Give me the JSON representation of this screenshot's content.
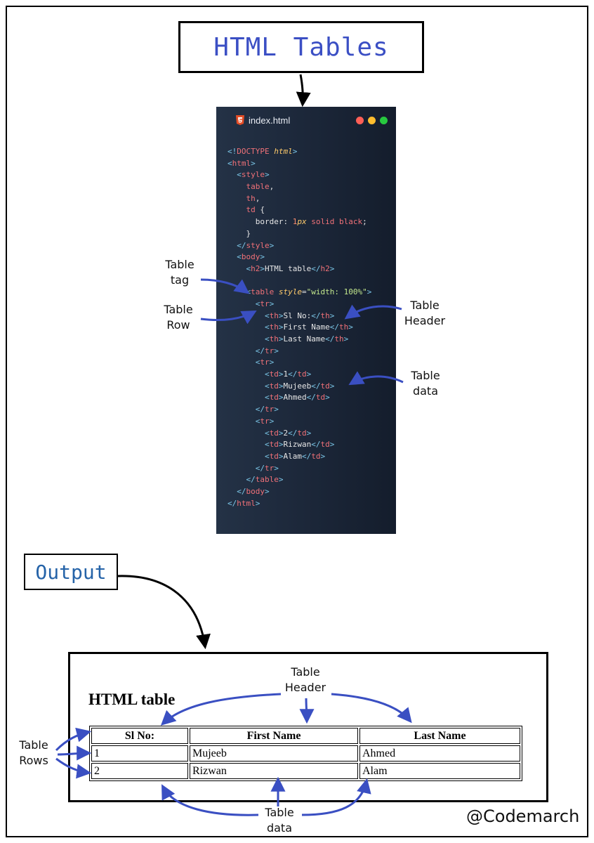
{
  "title": "HTML Tables",
  "editor": {
    "filename": "index.html",
    "dots": [
      "#ff5f56",
      "#ffbd2e",
      "#27c93f"
    ],
    "code_lines": [
      [
        [
          "b",
          "<!"
        ],
        [
          "k",
          "DOCTYPE "
        ],
        [
          "a",
          "html"
        ],
        [
          "b",
          ">"
        ]
      ],
      [
        [
          "b",
          "<"
        ],
        [
          "t",
          "html"
        ],
        [
          "b",
          ">"
        ]
      ],
      [
        [
          "x",
          "  "
        ],
        [
          "b",
          "<"
        ],
        [
          "t",
          "style"
        ],
        [
          "b",
          ">"
        ]
      ],
      [
        [
          "x",
          "    "
        ],
        [
          "t",
          "table"
        ],
        [
          "x",
          ","
        ]
      ],
      [
        [
          "x",
          "    "
        ],
        [
          "t",
          "th"
        ],
        [
          "x",
          ","
        ]
      ],
      [
        [
          "x",
          "    "
        ],
        [
          "t",
          "td"
        ],
        [
          "x",
          " {"
        ]
      ],
      [
        [
          "x",
          "      "
        ],
        [
          "p",
          "border: "
        ],
        [
          "n",
          "1"
        ],
        [
          "a",
          "px"
        ],
        [
          "t",
          " solid black"
        ],
        [
          "x",
          ";"
        ]
      ],
      [
        [
          "x",
          "    }"
        ]
      ],
      [
        [
          "x",
          "  "
        ],
        [
          "b",
          "</"
        ],
        [
          "t",
          "style"
        ],
        [
          "b",
          ">"
        ]
      ],
      [
        [
          "x",
          "  "
        ],
        [
          "b",
          "<"
        ],
        [
          "t",
          "body"
        ],
        [
          "b",
          ">"
        ]
      ],
      [
        [
          "x",
          "    "
        ],
        [
          "b",
          "<"
        ],
        [
          "t",
          "h2"
        ],
        [
          "b",
          ">"
        ],
        [
          "x",
          "HTML table"
        ],
        [
          "b",
          "</"
        ],
        [
          "t",
          "h2"
        ],
        [
          "b",
          ">"
        ]
      ],
      [
        [
          "x",
          ""
        ]
      ],
      [
        [
          "x",
          "    "
        ],
        [
          "b",
          "<"
        ],
        [
          "t",
          "table "
        ],
        [
          "a",
          "style"
        ],
        [
          "x",
          "="
        ],
        [
          "s",
          "\"width: 100%\""
        ],
        [
          "b",
          ">"
        ]
      ],
      [
        [
          "x",
          "      "
        ],
        [
          "b",
          "<"
        ],
        [
          "t",
          "tr"
        ],
        [
          "b",
          ">"
        ]
      ],
      [
        [
          "x",
          "        "
        ],
        [
          "b",
          "<"
        ],
        [
          "t",
          "th"
        ],
        [
          "b",
          ">"
        ],
        [
          "x",
          "Sl No:"
        ],
        [
          "b",
          "</"
        ],
        [
          "t",
          "th"
        ],
        [
          "b",
          ">"
        ]
      ],
      [
        [
          "x",
          "        "
        ],
        [
          "b",
          "<"
        ],
        [
          "t",
          "th"
        ],
        [
          "b",
          ">"
        ],
        [
          "x",
          "First Name"
        ],
        [
          "b",
          "</"
        ],
        [
          "t",
          "th"
        ],
        [
          "b",
          ">"
        ]
      ],
      [
        [
          "x",
          "        "
        ],
        [
          "b",
          "<"
        ],
        [
          "t",
          "th"
        ],
        [
          "b",
          ">"
        ],
        [
          "x",
          "Last Name"
        ],
        [
          "b",
          "</"
        ],
        [
          "t",
          "th"
        ],
        [
          "b",
          ">"
        ]
      ],
      [
        [
          "x",
          "      "
        ],
        [
          "b",
          "</"
        ],
        [
          "t",
          "tr"
        ],
        [
          "b",
          ">"
        ]
      ],
      [
        [
          "x",
          "      "
        ],
        [
          "b",
          "<"
        ],
        [
          "t",
          "tr"
        ],
        [
          "b",
          ">"
        ]
      ],
      [
        [
          "x",
          "        "
        ],
        [
          "b",
          "<"
        ],
        [
          "t",
          "td"
        ],
        [
          "b",
          ">"
        ],
        [
          "x",
          "1"
        ],
        [
          "b",
          "</"
        ],
        [
          "t",
          "td"
        ],
        [
          "b",
          ">"
        ]
      ],
      [
        [
          "x",
          "        "
        ],
        [
          "b",
          "<"
        ],
        [
          "t",
          "td"
        ],
        [
          "b",
          ">"
        ],
        [
          "x",
          "Mujeeb"
        ],
        [
          "b",
          "</"
        ],
        [
          "t",
          "td"
        ],
        [
          "b",
          ">"
        ]
      ],
      [
        [
          "x",
          "        "
        ],
        [
          "b",
          "<"
        ],
        [
          "t",
          "td"
        ],
        [
          "b",
          ">"
        ],
        [
          "x",
          "Ahmed"
        ],
        [
          "b",
          "</"
        ],
        [
          "t",
          "td"
        ],
        [
          "b",
          ">"
        ]
      ],
      [
        [
          "x",
          "      "
        ],
        [
          "b",
          "</"
        ],
        [
          "t",
          "tr"
        ],
        [
          "b",
          ">"
        ]
      ],
      [
        [
          "x",
          "      "
        ],
        [
          "b",
          "<"
        ],
        [
          "t",
          "tr"
        ],
        [
          "b",
          ">"
        ]
      ],
      [
        [
          "x",
          "        "
        ],
        [
          "b",
          "<"
        ],
        [
          "t",
          "td"
        ],
        [
          "b",
          ">"
        ],
        [
          "x",
          "2"
        ],
        [
          "b",
          "</"
        ],
        [
          "t",
          "td"
        ],
        [
          "b",
          ">"
        ]
      ],
      [
        [
          "x",
          "        "
        ],
        [
          "b",
          "<"
        ],
        [
          "t",
          "td"
        ],
        [
          "b",
          ">"
        ],
        [
          "x",
          "Rizwan"
        ],
        [
          "b",
          "</"
        ],
        [
          "t",
          "td"
        ],
        [
          "b",
          ">"
        ]
      ],
      [
        [
          "x",
          "        "
        ],
        [
          "b",
          "<"
        ],
        [
          "t",
          "td"
        ],
        [
          "b",
          ">"
        ],
        [
          "x",
          "Alam"
        ],
        [
          "b",
          "</"
        ],
        [
          "t",
          "td"
        ],
        [
          "b",
          ">"
        ]
      ],
      [
        [
          "x",
          "      "
        ],
        [
          "b",
          "</"
        ],
        [
          "t",
          "tr"
        ],
        [
          "b",
          ">"
        ]
      ],
      [
        [
          "x",
          "    "
        ],
        [
          "b",
          "</"
        ],
        [
          "t",
          "table"
        ],
        [
          "b",
          ">"
        ]
      ],
      [
        [
          "x",
          "  "
        ],
        [
          "b",
          "</"
        ],
        [
          "t",
          "body"
        ],
        [
          "b",
          ">"
        ]
      ],
      [
        [
          "b",
          "</"
        ],
        [
          "t",
          "html"
        ],
        [
          "b",
          ">"
        ]
      ]
    ]
  },
  "annotations": {
    "table_tag": [
      "Table",
      "tag"
    ],
    "table_row": [
      "Table",
      "Row"
    ],
    "table_header": [
      "Table",
      "Header"
    ],
    "table_data": [
      "Table",
      "data"
    ],
    "out_header": [
      "Table",
      "Header"
    ],
    "out_rows": [
      "Table",
      "Rows"
    ],
    "out_data": [
      "Table",
      "data"
    ]
  },
  "output_label": "Output",
  "rendered": {
    "heading": "HTML table",
    "headers": [
      "Sl No:",
      "First Name",
      "Last Name"
    ],
    "rows": [
      [
        "1",
        "Mujeeb",
        "Ahmed"
      ],
      [
        "2",
        "Rizwan",
        "Alam"
      ]
    ]
  },
  "watermark": "@Codemarch",
  "colors": {
    "arrow_blue": "#3a4fc2",
    "title_blue": "#3b4fc4",
    "editor_bg": "#1b2638"
  }
}
